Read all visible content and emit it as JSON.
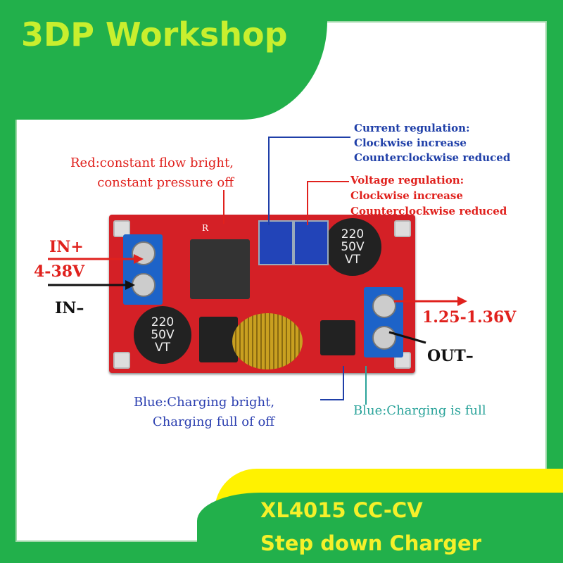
{
  "brand": "3DP Workshop",
  "product": {
    "line1": "XL4015 CC-CV",
    "line2": "Step down Charger"
  },
  "annotations": {
    "current_reg": [
      "Current regulation:",
      "Clockwise increase",
      "Counterclockwise reduced"
    ],
    "voltage_reg": [
      "Voltage regulation:",
      "Clockwise increase",
      "Counterclockwise reduced"
    ],
    "red_led": [
      "Red:constant flow bright,",
      "constant pressure off"
    ],
    "in_plus": "IN+",
    "in_range": "4-38V",
    "in_minus": "IN–",
    "out_range": "1.25-1.36V",
    "out_minus": "OUT–",
    "blue_led": [
      "Blue:Charging bright,",
      "Charging full of off"
    ],
    "full_led": "Blue:Charging is full"
  },
  "board": {
    "cap1": [
      "220",
      "50V",
      "VT"
    ],
    "cap2": [
      "220",
      "50V",
      "VT"
    ],
    "silk_r": "R"
  },
  "colors": {
    "frame": "#22b04b",
    "brand_text": "#c8ef2e",
    "band": "#fff200",
    "footer_text": "#f5f02a",
    "pcb": "#d42026",
    "terminal": "#1d63c8"
  }
}
